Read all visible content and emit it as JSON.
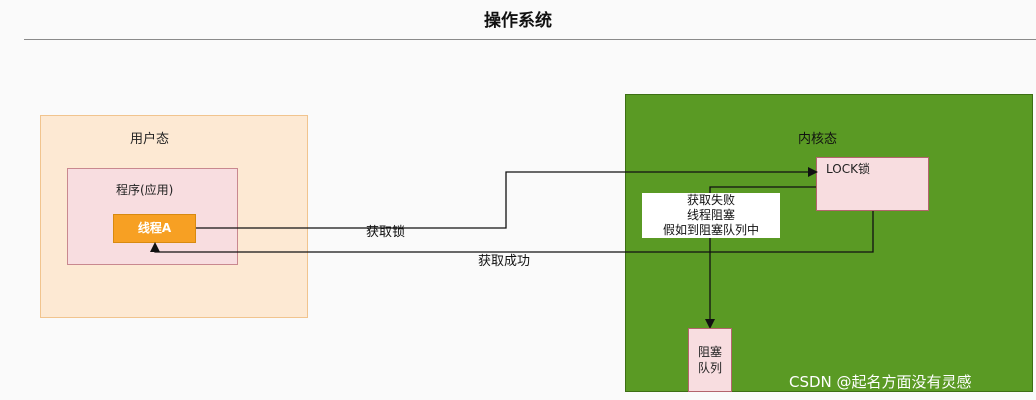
{
  "title": "操作系统",
  "user_mode": {
    "label": "用户态",
    "program": {
      "label": "程序(应用)",
      "thread": "线程A"
    }
  },
  "kernel_mode": {
    "label": "内核态",
    "lock": "LOCK锁",
    "fail_note": [
      "获取失败",
      "线程阻塞",
      "假如到阻塞队列中"
    ],
    "blocked_queue": [
      "阻塞",
      "队列"
    ]
  },
  "edges": {
    "acquire_lock": "获取锁",
    "acquire_success": "获取成功"
  },
  "watermark": "CSDN @起名方面没有灵感",
  "colors": {
    "user_mode_fill": "#fde9d3",
    "program_fill": "#f8dde0",
    "thread_fill": "#f7a023",
    "kernel_fill": "#5a9a24",
    "lock_fill": "#f8dde0"
  }
}
